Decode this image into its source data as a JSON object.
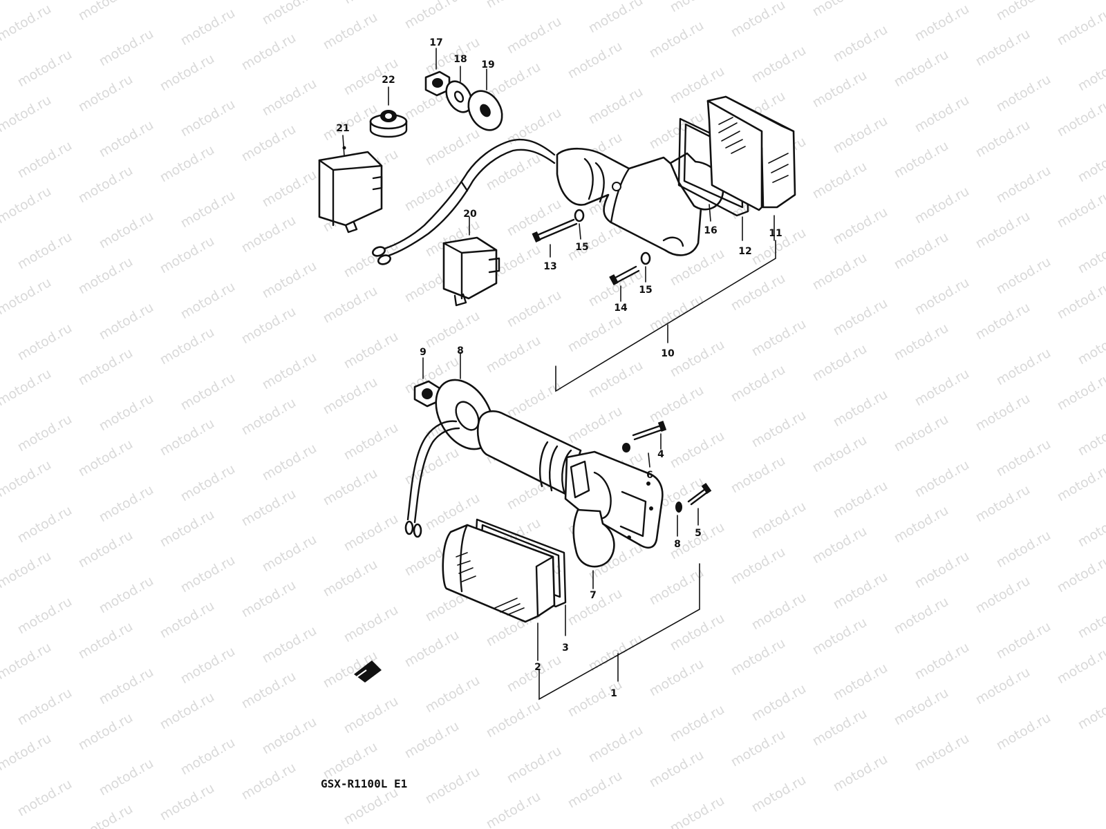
{
  "watermark": {
    "text": "motod.ru"
  },
  "diagram": {
    "caption": "GSX-R1100L E1",
    "callouts": [
      {
        "id": "c1",
        "label": "1"
      },
      {
        "id": "c2",
        "label": "2"
      },
      {
        "id": "c3",
        "label": "3"
      },
      {
        "id": "c4",
        "label": "4"
      },
      {
        "id": "c5",
        "label": "5"
      },
      {
        "id": "c6",
        "label": "6"
      },
      {
        "id": "c7",
        "label": "7"
      },
      {
        "id": "c8a",
        "label": "8"
      },
      {
        "id": "c8b",
        "label": "8"
      },
      {
        "id": "c9",
        "label": "9"
      },
      {
        "id": "c10",
        "label": "10"
      },
      {
        "id": "c11",
        "label": "11"
      },
      {
        "id": "c12",
        "label": "12"
      },
      {
        "id": "c13",
        "label": "13"
      },
      {
        "id": "c14",
        "label": "14"
      },
      {
        "id": "c15a",
        "label": "15"
      },
      {
        "id": "c15b",
        "label": "15"
      },
      {
        "id": "c16",
        "label": "16"
      },
      {
        "id": "c17",
        "label": "17"
      },
      {
        "id": "c18",
        "label": "18"
      },
      {
        "id": "c19",
        "label": "19"
      },
      {
        "id": "c20",
        "label": "20"
      },
      {
        "id": "c21",
        "label": "21"
      },
      {
        "id": "c22",
        "label": "22"
      }
    ],
    "front_arrow_icon": "arrow-forward-icon"
  }
}
